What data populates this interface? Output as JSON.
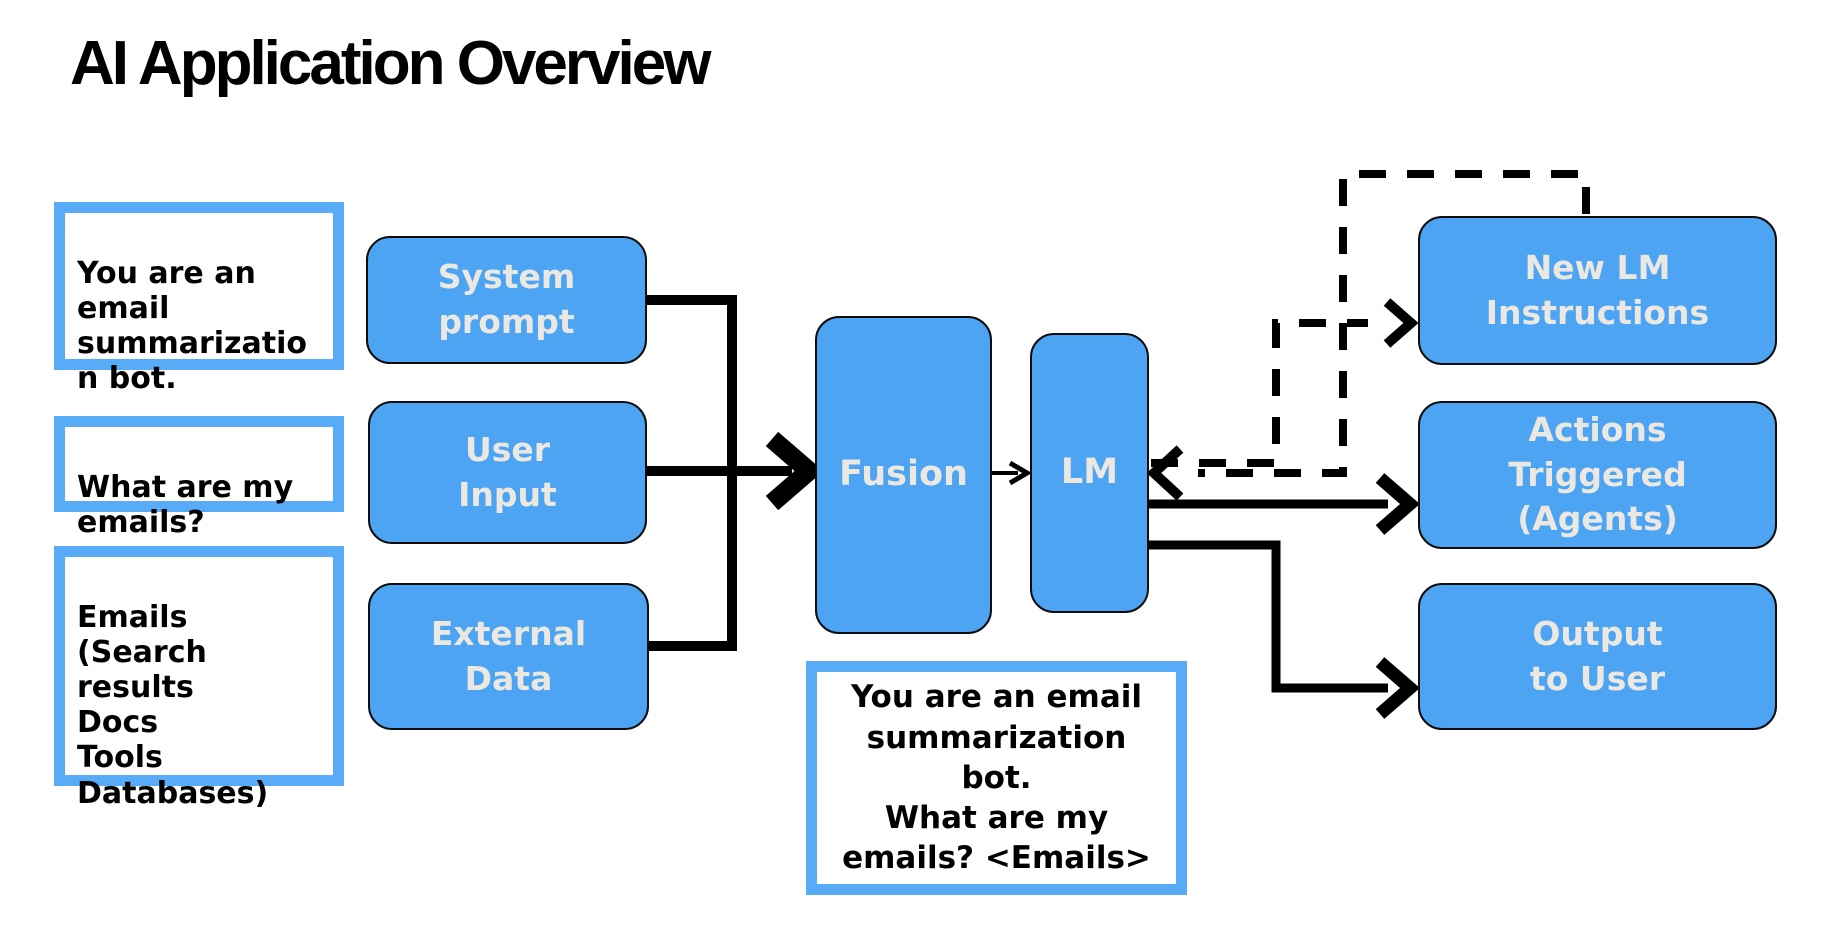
{
  "title": "AI Application Overview",
  "colors": {
    "node_fill": "#4da4f2",
    "node_border": "#0d0d0d",
    "node_text": "#ebe8e1",
    "callout_border": "#58abf6",
    "callout_text": "#000000",
    "connector": "#000000",
    "background": "#ffffff"
  },
  "nodes": {
    "system_prompt": {
      "label": "System\nprompt"
    },
    "user_input": {
      "label": "User\nInput"
    },
    "external_data": {
      "label": "External\nData"
    },
    "fusion": {
      "label": "Fusion"
    },
    "lm": {
      "label": "LM"
    },
    "new_lm_instructions": {
      "label": "New LM\nInstructions"
    },
    "actions_triggered": {
      "label": "Actions\nTriggered\n(Agents)"
    },
    "output_to_user": {
      "label": "Output\nto User"
    }
  },
  "callouts": {
    "system_prompt_example": {
      "text": "You are an\nemail\nsummarizatio\nn bot."
    },
    "user_input_example": {
      "text": "What are my\nemails?"
    },
    "external_data_example": {
      "text": "Emails\n(Search\nresults\nDocs\nTools\nDatabases)"
    },
    "fused_prompt_example": {
      "text": "You are an email\nsummarization\nbot.\nWhat are my\nemails? <Emails>"
    }
  },
  "connectors": {
    "solid": [
      "system-prompt-to-bus",
      "input-bus",
      "external-data-to-bus",
      "bus-to-fusion-arrow",
      "fusion-to-lm-arrow",
      "lm-to-actions-arrow",
      "lm-to-output-arrow"
    ],
    "dashed": [
      "lm-to-new-lm-instructions-arrow",
      "new-lm-instructions-to-lm-arrow"
    ]
  }
}
